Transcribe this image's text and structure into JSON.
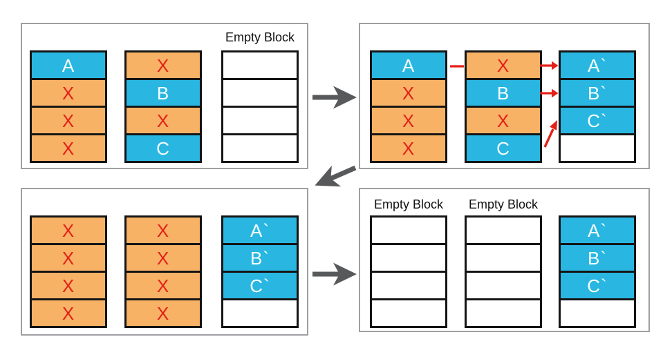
{
  "diagram": {
    "title": "",
    "colors": {
      "valid_block_fill": "#29b7e2",
      "invalid_block_fill": "#f7b266",
      "empty_block_fill": "#ffffff",
      "block_border": "#141414",
      "panel_border": "#9d9fa2",
      "red_arrow": "#e32119",
      "gray_arrow": "#58595b",
      "valid_text": "#f7feff",
      "invalid_text": "#e32119",
      "label_text": "#111111"
    },
    "icons": {
      "flow-arrow-right-icon": "thick gray barbed arrow pointing right",
      "flow-arrow-down-left-icon": "thick gray barbed arrow pointing down-left",
      "move-arrow-icon": "small red arrow",
      "move-line-icon": "short red line segment"
    },
    "panels": [
      {
        "name": "step-1",
        "columns": [
          {
            "label": "",
            "cells": [
              {
                "text": "A",
                "type": "valid"
              },
              {
                "text": "X",
                "type": "invalid"
              },
              {
                "text": "X",
                "type": "invalid"
              },
              {
                "text": "X",
                "type": "invalid"
              }
            ]
          },
          {
            "label": "",
            "cells": [
              {
                "text": "X",
                "type": "invalid"
              },
              {
                "text": "B",
                "type": "valid"
              },
              {
                "text": "X",
                "type": "invalid"
              },
              {
                "text": "C",
                "type": "valid"
              }
            ]
          },
          {
            "label": "Empty Block",
            "cells": [
              {
                "text": "",
                "type": "empty"
              },
              {
                "text": "",
                "type": "empty"
              },
              {
                "text": "",
                "type": "empty"
              },
              {
                "text": "",
                "type": "empty"
              }
            ]
          }
        ]
      },
      {
        "name": "step-2",
        "columns": [
          {
            "label": "",
            "cells": [
              {
                "text": "A",
                "type": "valid"
              },
              {
                "text": "X",
                "type": "invalid"
              },
              {
                "text": "X",
                "type": "invalid"
              },
              {
                "text": "X",
                "type": "invalid"
              }
            ]
          },
          {
            "label": "",
            "cells": [
              {
                "text": "X",
                "type": "invalid"
              },
              {
                "text": "B",
                "type": "valid"
              },
              {
                "text": "X",
                "type": "invalid"
              },
              {
                "text": "C",
                "type": "valid"
              }
            ]
          },
          {
            "label": "",
            "cells": [
              {
                "text": "A`",
                "type": "valid"
              },
              {
                "text": "B`",
                "type": "valid"
              },
              {
                "text": "C`",
                "type": "valid"
              },
              {
                "text": "",
                "type": "empty"
              }
            ]
          }
        ]
      },
      {
        "name": "step-3",
        "columns": [
          {
            "label": "",
            "cells": [
              {
                "text": "X",
                "type": "invalid"
              },
              {
                "text": "X",
                "type": "invalid"
              },
              {
                "text": "X",
                "type": "invalid"
              },
              {
                "text": "X",
                "type": "invalid"
              }
            ]
          },
          {
            "label": "",
            "cells": [
              {
                "text": "X",
                "type": "invalid"
              },
              {
                "text": "X",
                "type": "invalid"
              },
              {
                "text": "X",
                "type": "invalid"
              },
              {
                "text": "X",
                "type": "invalid"
              }
            ]
          },
          {
            "label": "",
            "cells": [
              {
                "text": "A`",
                "type": "valid"
              },
              {
                "text": "B`",
                "type": "valid"
              },
              {
                "text": "C`",
                "type": "valid"
              },
              {
                "text": "",
                "type": "empty"
              }
            ]
          }
        ]
      },
      {
        "name": "step-4",
        "columns": [
          {
            "label": "Empty Block",
            "cells": [
              {
                "text": "",
                "type": "empty"
              },
              {
                "text": "",
                "type": "empty"
              },
              {
                "text": "",
                "type": "empty"
              },
              {
                "text": "",
                "type": "empty"
              }
            ]
          },
          {
            "label": "Empty Block",
            "cells": [
              {
                "text": "",
                "type": "empty"
              },
              {
                "text": "",
                "type": "empty"
              },
              {
                "text": "",
                "type": "empty"
              },
              {
                "text": "",
                "type": "empty"
              }
            ]
          },
          {
            "label": "",
            "cells": [
              {
                "text": "A`",
                "type": "valid"
              },
              {
                "text": "B`",
                "type": "valid"
              },
              {
                "text": "C`",
                "type": "valid"
              },
              {
                "text": "",
                "type": "empty"
              }
            ]
          }
        ]
      }
    ]
  }
}
